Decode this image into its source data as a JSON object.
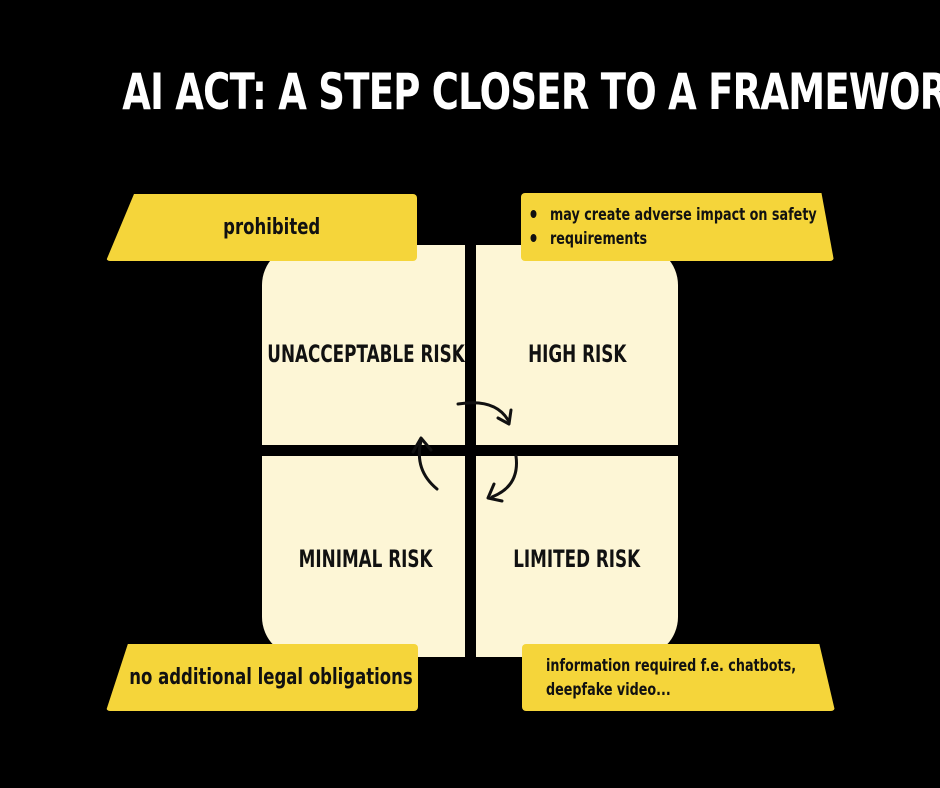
{
  "title": "AI ACT: A STEP CLOSER TO A FRAMEWORK",
  "colors": {
    "background": "#000000",
    "quadrant_fill": "#fdf6d6",
    "tag_fill": "#f5d53a",
    "text_dark": "#111111",
    "title_text": "#ffffff"
  },
  "quadrants": {
    "top_left": "UNACCEPTABLE RISK",
    "top_right": "HIGH RISK",
    "bottom_left": "MINIMAL RISK",
    "bottom_right": "LIMITED RISK"
  },
  "tags": {
    "top_left": "prohibited",
    "top_right": [
      "may create adverse impact on safety",
      "requirements"
    ],
    "bottom_left": "no additional legal obligations",
    "bottom_right": [
      "information required f.e. chatbots,",
      "deepfake video..."
    ]
  },
  "icons": [
    "curved-arrow-icon"
  ]
}
